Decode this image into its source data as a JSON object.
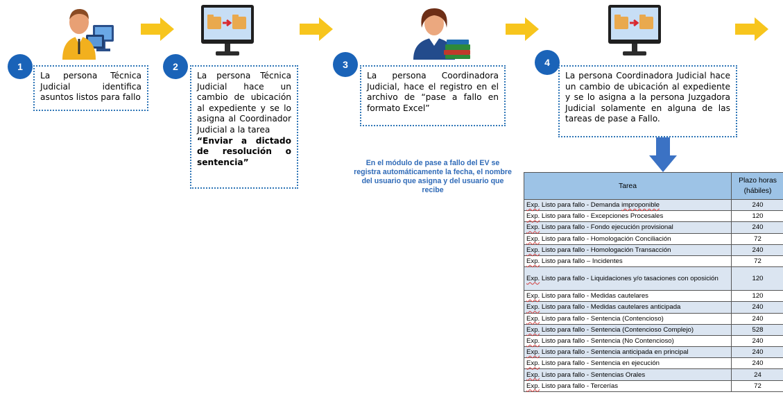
{
  "steps": [
    {
      "number": "1",
      "text": "La persona Técnica Judicial identifica asuntos listos para fallo",
      "icon": "technician-at-computer-icon"
    },
    {
      "number": "2",
      "text": "La persona Técnica Judicial hace un cambio de ubicación al expediente y se lo asigna al Coordinador Judicial a la tarea",
      "bold_text": "“Enviar a dictado de resolución o sentencia”",
      "icon": "monitor-folder-transfer-icon"
    },
    {
      "number": "3",
      "text": "La persona Coordinadora Judicial, hace el registro en el archivo de “pase a fallo en formato Excel”",
      "icon": "coordinator-with-books-icon"
    },
    {
      "number": "4",
      "text": "La persona Coordinadora Judicial hace un cambio de ubicación al expediente y se lo asigna a la persona Juzgadora Judicial solamente en alguna de las tareas de pase a Fallo.",
      "icon": "monitor-folder-transfer-icon"
    }
  ],
  "note": "En el módulo de pase a fallo del EV se registra automáticamente la fecha, el nombre del usuario que asigna y del usuario que recibe",
  "table": {
    "headers": {
      "task": "Tarea",
      "hours": "Plazo horas (hábiles)"
    },
    "rows": [
      {
        "prefix": "Exp.",
        "task": " Listo para fallo - Demanda ",
        "task_wavy": "improponible",
        "hours": "240"
      },
      {
        "prefix": "Exp.",
        "task": " Listo para fallo - Excepciones Procesales",
        "task_wavy": "",
        "hours": "120"
      },
      {
        "prefix": "Exp.",
        "task": " Listo para fallo - Fondo ejecución provisional",
        "task_wavy": "",
        "hours": "240"
      },
      {
        "prefix": "Exp.",
        "task": " Listo para fallo - Homologación Conciliación",
        "task_wavy": "",
        "hours": "72"
      },
      {
        "prefix": "Exp.",
        "task": " Listo para fallo - Homologación Transacción",
        "task_wavy": "",
        "hours": "240"
      },
      {
        "prefix": "Exp.",
        "task": " Listo para fallo – Incidentes",
        "task_wavy": "",
        "hours": "72"
      },
      {
        "prefix": "Exp.",
        "task": " Listo para fallo - Liquidaciones y/o tasaciones con oposición",
        "task_wavy": "",
        "hours": "120"
      },
      {
        "prefix": "Exp.",
        "task": " Listo para fallo - Medidas cautelares",
        "task_wavy": "",
        "hours": "120"
      },
      {
        "prefix": "Exp.",
        "task": " Listo para fallo - Medidas cautelares anticipada",
        "task_wavy": "",
        "hours": "240"
      },
      {
        "prefix": "Exp.",
        "task": " Listo para fallo - Sentencia (Contencioso)",
        "task_wavy": "",
        "hours": "240"
      },
      {
        "prefix": "Exp.",
        "task": " Listo para fallo - Sentencia (Contencioso Complejo)",
        "task_wavy": "",
        "hours": "528"
      },
      {
        "prefix": "Exp.",
        "task": " Listo para fallo - Sentencia (No Contencioso)",
        "task_wavy": "",
        "hours": "240"
      },
      {
        "prefix": "Exp.",
        "task": " Listo para fallo - Sentencia anticipada en principal",
        "task_wavy": "",
        "hours": "240"
      },
      {
        "prefix": "Exp.",
        "task": " Listo para fallo - Sentencia en ejecución",
        "task_wavy": "",
        "hours": "240"
      },
      {
        "prefix": "Exp.",
        "task": " Listo para fallo - Sentencias Orales",
        "task_wavy": "",
        "hours": "24"
      },
      {
        "prefix": "Exp.",
        "task": " Listo para fallo - Tercerías",
        "task_wavy": "",
        "hours": "72"
      }
    ]
  },
  "colors": {
    "badge": "#1a63b8",
    "arrow": "#f7c51d",
    "box_border": "#2e75b6",
    "header_fill": "#9dc3e6",
    "row_shade": "#dbe5f1",
    "note_text": "#2f6ab7"
  }
}
